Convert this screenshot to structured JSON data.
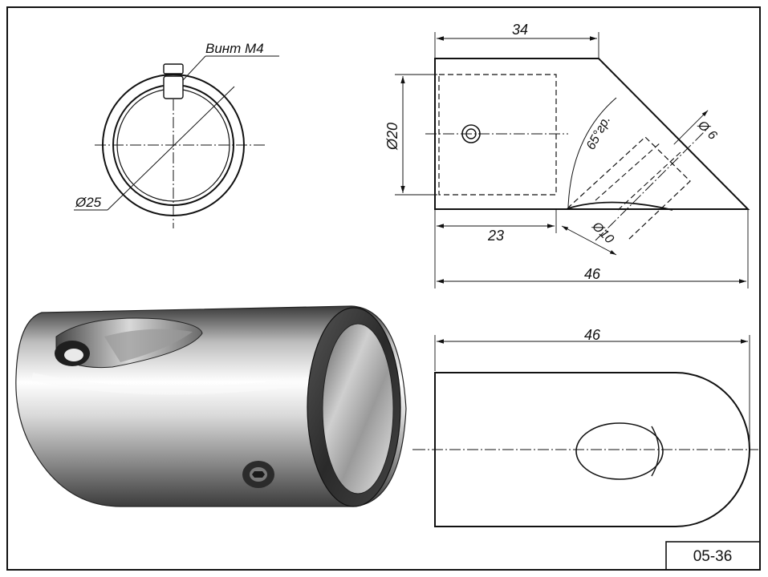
{
  "drawing": {
    "code": "05-36",
    "front_view": {
      "screw_label": "Винт М4",
      "diameter_label": "Ø25"
    },
    "side_view": {
      "overall_top": "34",
      "height": "Ø20",
      "angle": "65°гр.",
      "hole_small": "Ø 6",
      "hole_large": "Ø10",
      "depth": "23",
      "overall_bottom": "46"
    },
    "top_view": {
      "overall": "46"
    }
  },
  "colors": {
    "line": "#111111",
    "metal_light": "#f2f2f2",
    "metal_dark": "#3a3a3a"
  }
}
